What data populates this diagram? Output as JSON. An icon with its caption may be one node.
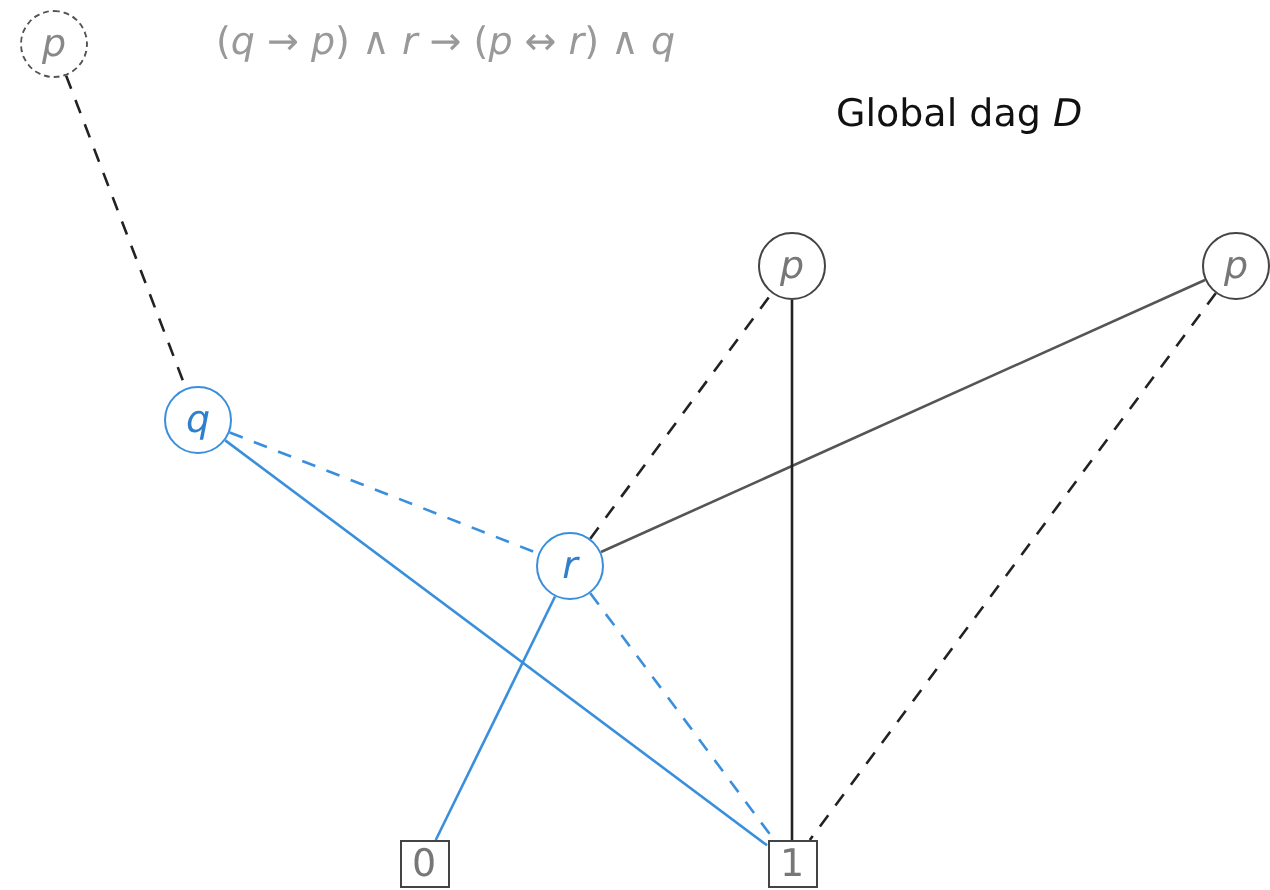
{
  "diagram": {
    "title": "Global dag *D*",
    "nodes": [
      {
        "text": [
          "p"
        ]
      },
      {
        "text": [
          "q"
        ]
      },
      {
        "text": [
          "r"
        ]
      },
      {
        "text": [
          "p"
        ]
      },
      {
        "text": [
          "p"
        ]
      },
      {
        "text": [
          "0"
        ]
      },
      {
        "text": [
          "1"
        ]
      }
    ],
    "edges": [
      {
        "from": 0,
        "to": 1,
        "arrow": "none",
        "style": "dashed"
      },
      {
        "from": 1,
        "to": 2,
        "arrow": "none",
        "style": "dashed",
        "color": "#3a8fdc"
      },
      {
        "from": 1,
        "to": 6,
        "arrow": "none",
        "color": "#3a8fdc"
      },
      {
        "from": 2,
        "to": 5,
        "arrow": "none",
        "color": "#3a8fdc"
      },
      {
        "from": 2,
        "to": 3,
        "arrow": "none",
        "style": "dashed"
      },
      {
        "from": 2,
        "to": 4,
        "arrow": "none",
        "color": "#555555"
      },
      {
        "from": 3,
        "to": 6,
        "arrow": "none"
      },
      {
        "from": 2,
        "to": 6,
        "arrow": "none",
        "style": "dashed",
        "color": "#3a8fdc"
      },
      {
        "from": 4,
        "to": 6,
        "arrow": "none",
        "style": "dashed"
      }
    ],
    "labels": [
      "(*q* → *p*) ∧ *r* → (*p* ↔ *r*) ∧ *q*"
    ]
  }
}
